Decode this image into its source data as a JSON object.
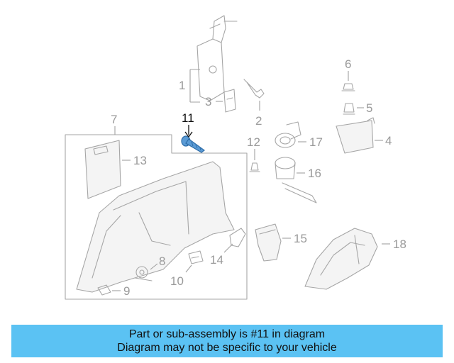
{
  "diagram": {
    "highlight_color": "#5b9bd5",
    "callouts": [
      {
        "id": "c1",
        "text": "1"
      },
      {
        "id": "c2",
        "text": "2"
      },
      {
        "id": "c3",
        "text": "3"
      },
      {
        "id": "c4",
        "text": "4"
      },
      {
        "id": "c5",
        "text": "5"
      },
      {
        "id": "c6",
        "text": "6"
      },
      {
        "id": "c7",
        "text": "7"
      },
      {
        "id": "c8",
        "text": "8"
      },
      {
        "id": "c9",
        "text": "9"
      },
      {
        "id": "c10",
        "text": "10"
      },
      {
        "id": "c11",
        "text": "11"
      },
      {
        "id": "c12",
        "text": "12"
      },
      {
        "id": "c13",
        "text": "13"
      },
      {
        "id": "c14",
        "text": "14"
      },
      {
        "id": "c15",
        "text": "15"
      },
      {
        "id": "c16",
        "text": "16"
      },
      {
        "id": "c17",
        "text": "17"
      },
      {
        "id": "c18",
        "text": "18"
      }
    ]
  },
  "banner": {
    "background": "#5bc2f3",
    "line1": "Part or sub-assembly is #11 in diagram",
    "line2": "Diagram may not be specific to your vehicle"
  }
}
